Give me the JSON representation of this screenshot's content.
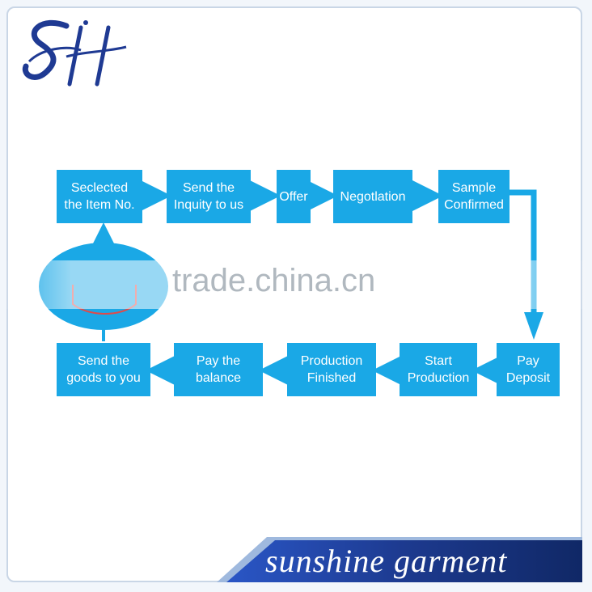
{
  "brand": {
    "logo_text": "SH",
    "footer_text": "sunshine garment"
  },
  "watermark": "trade.china.cn",
  "flow": {
    "steps": [
      {
        "id": "selected",
        "label": "Seclected\nthe Item No."
      },
      {
        "id": "send-inquiry",
        "label": "Send the\nInquity to us"
      },
      {
        "id": "offer",
        "label": "Offer"
      },
      {
        "id": "negotiation",
        "label": "Negotlation"
      },
      {
        "id": "sample",
        "label": "Sample\nConfirmed"
      },
      {
        "id": "pay-deposit",
        "label": "Pay\nDeposit"
      },
      {
        "id": "start-production",
        "label": "Start\nProduction"
      },
      {
        "id": "production-finished",
        "label": "Production\nFinished"
      },
      {
        "id": "pay-balance",
        "label": "Pay the\nbalance"
      },
      {
        "id": "send-goods",
        "label": "Send the\ngoods to you"
      }
    ]
  },
  "colors": {
    "node": "#1aa8e6",
    "arrow": "#1aa8e6",
    "footer_band": "#1d3a8f",
    "logo": "#1f3a93"
  }
}
